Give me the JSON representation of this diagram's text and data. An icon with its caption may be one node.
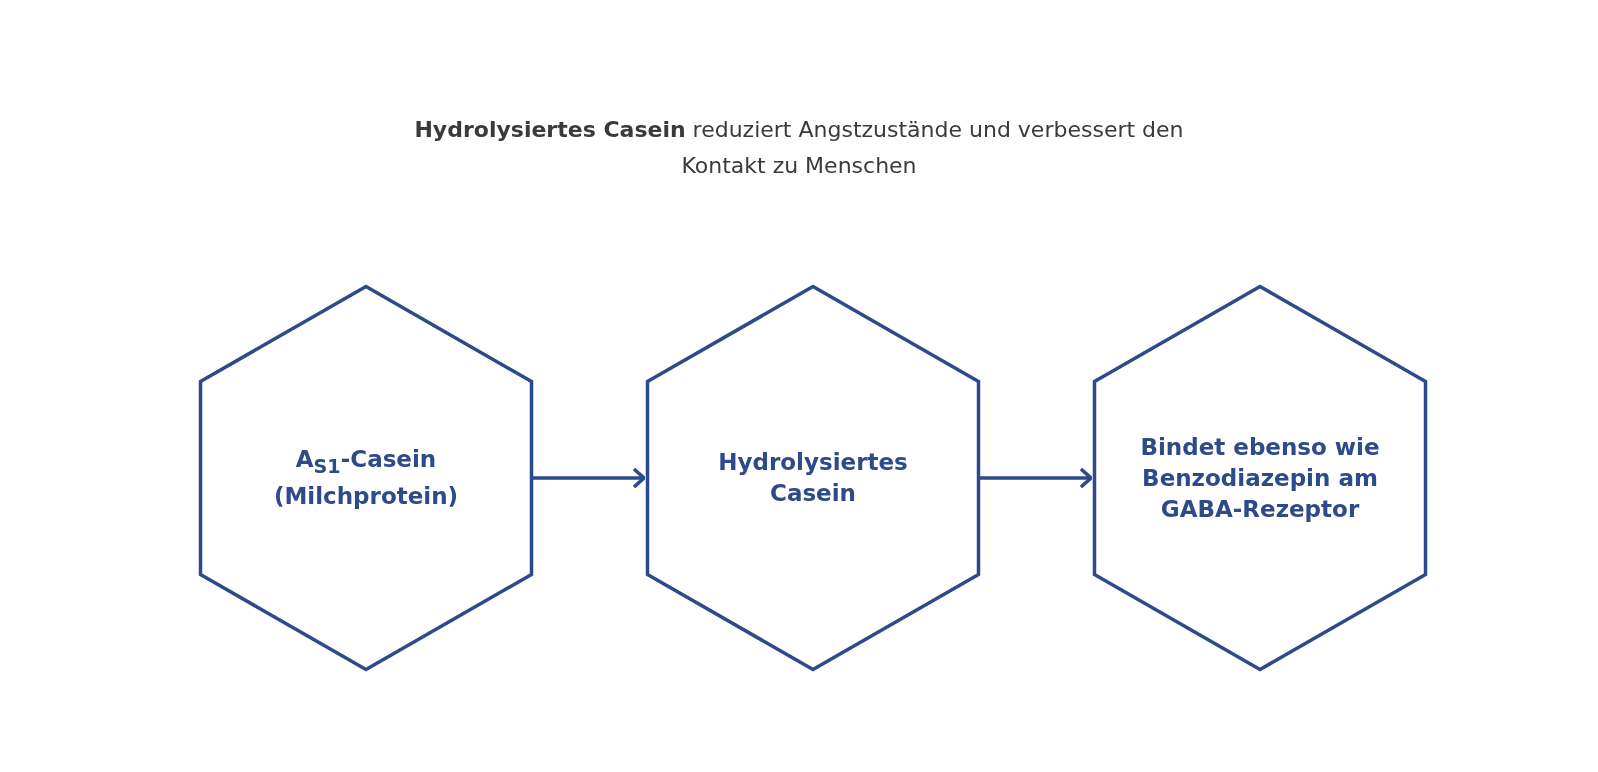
{
  "diagram": {
    "title": "**Hydrolysiertes Casein** reduziert Angstzustände und verbessert den Kontakt zu Menschen",
    "nodes": [
      {
        "text": [
          "A$_{S1}$-Casein (Milchprotein)"
        ]
      },
      {
        "text": [
          "Hydrolysiertes Casein"
        ]
      },
      {
        "text": [
          "Bindet ebenso wie Benzodiazepin am GABA-Rezeptor"
        ]
      }
    ],
    "edges": [
      {
        "from": 0,
        "to": 1,
        "arrow": "to"
      },
      {
        "from": 1,
        "to": 2,
        "arrow": "to"
      }
    ]
  }
}
